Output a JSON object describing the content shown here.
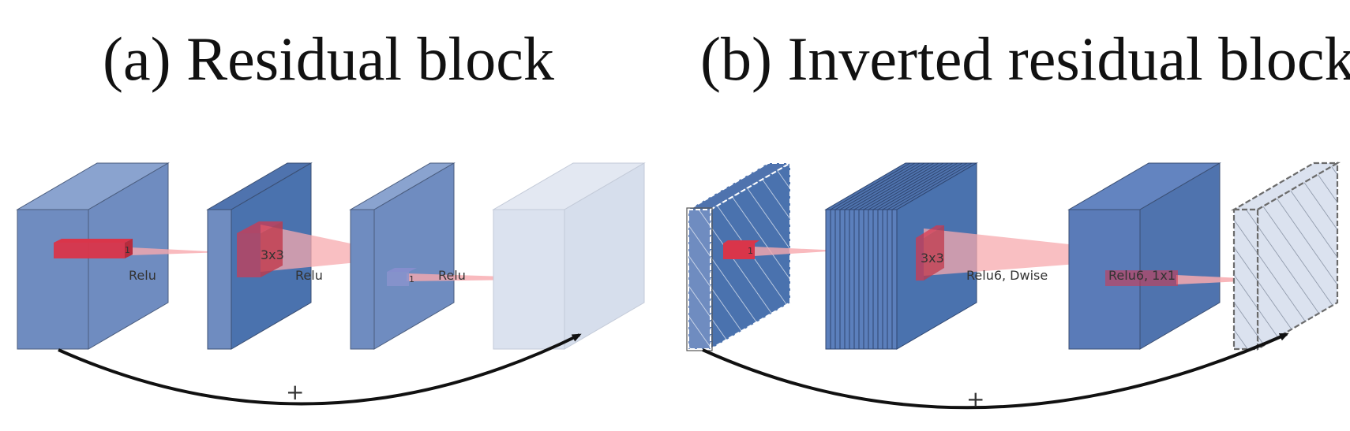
{
  "panels": [
    {
      "title": "(a) Residual block",
      "layer_labels": [
        "Relu",
        "Relu",
        "Relu"
      ],
      "kernel_labels": [
        "1",
        "3x3",
        "1"
      ],
      "skip_label": "+"
    },
    {
      "title": "(b) Inverted residual block",
      "layer_labels": [
        "Relu6, Dwise",
        "Relu6, 1x1"
      ],
      "kernel_labels": [
        "1",
        "3x3"
      ],
      "skip_label": "+"
    }
  ],
  "colors": {
    "block_blue": "#6f8cc0",
    "block_dark_blue": "#4a72ae",
    "block_light": "#dbe2ef",
    "kernel_red": "#d9354a",
    "projection_pink": "#f7a9ae"
  }
}
